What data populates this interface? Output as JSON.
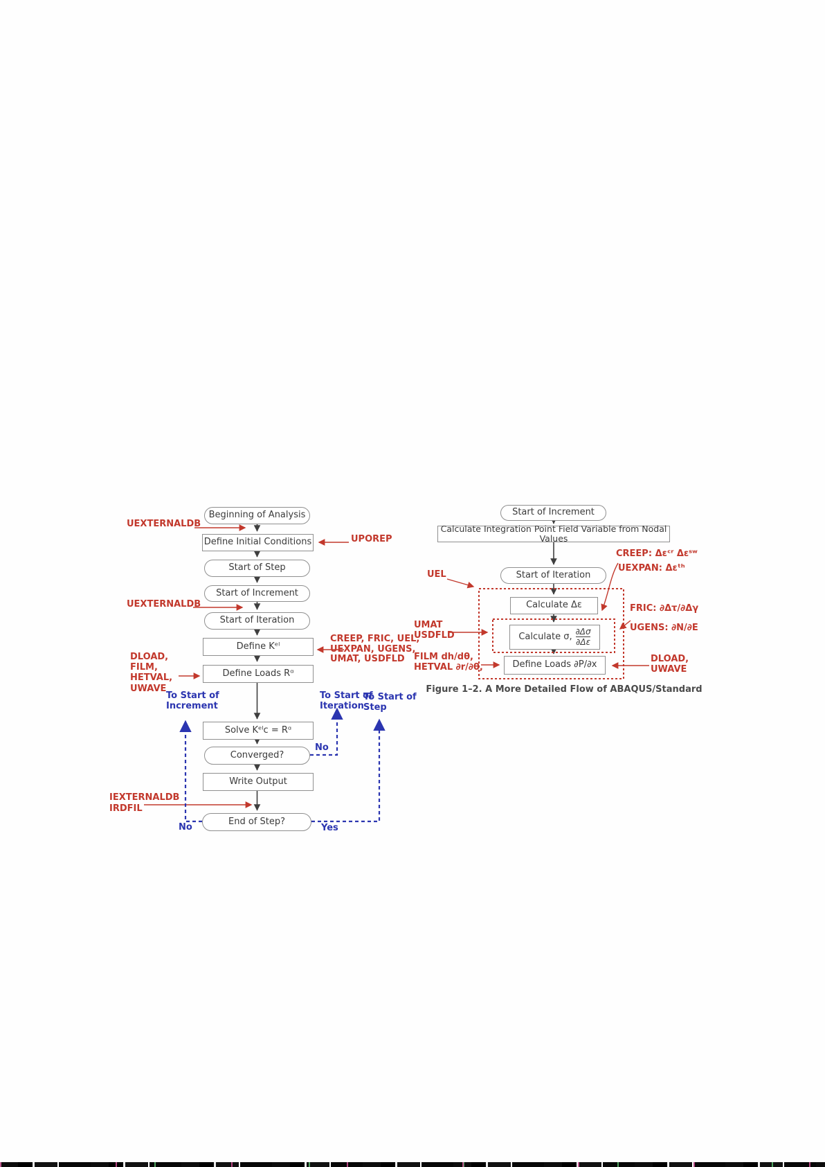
{
  "colors": {
    "annotation_red": "#c2382c",
    "loop_blue": "#2b35b0",
    "box_border": "#8f8f8f",
    "flow_line": "#3f3f3f"
  },
  "left": {
    "nodes": [
      {
        "label": "Beginning of Analysis"
      },
      {
        "label": "Define Initial Conditions"
      },
      {
        "label": "Start of Step"
      },
      {
        "label": "Start of Increment"
      },
      {
        "label": "Start of Iteration"
      },
      {
        "label": "Define Kᵉˡ"
      },
      {
        "label": "Define Loads Rᵅ"
      },
      {
        "label": "Solve Kᵉˡc = Rᵅ"
      },
      {
        "label": "Converged?"
      },
      {
        "label": "Write Output"
      },
      {
        "label": "End of Step?"
      }
    ],
    "red_labels": {
      "uexternaldb_top": "UEXTERNALDB",
      "uporep": "UPOREP",
      "uexternaldb_mid": "UEXTERNALDB",
      "stiffness_group": "CREEP, FRIC, UEL,\nUEXPAN, UGENS,\nUMAT, USDFLD",
      "loads_group": "DLOAD,\nFILM,\nHETVAL,\nUWAVE",
      "output_group": "IEXTERNALDB\nIRDFIL"
    },
    "blue_labels": {
      "to_start_increment": "To Start of\nIncrement",
      "to_start_iteration": "To Start of\nIteration",
      "to_start_step": "To Start of\nStep",
      "no_converged": "No",
      "no_end_of_step": "No",
      "yes_end_of_step": "Yes"
    }
  },
  "right": {
    "nodes": [
      {
        "label": "Start of Increment"
      },
      {
        "label": "Calculate Integration Point Field Variable from Nodal Values"
      },
      {
        "label": "Start of Iteration"
      },
      {
        "label": "Calculate Δε"
      },
      {
        "label": "Define Loads ∂P/∂x"
      }
    ],
    "sigma_box": {
      "prefix": "Calculate σ,",
      "numerator": "∂Δσ",
      "denominator": "∂Δε"
    },
    "red_labels": {
      "creep": "CREEP: Δεᶜʳ Δεˢʷ",
      "uexpan": "UEXPAN: Δεᵗʰ",
      "uel": "UEL",
      "fric": "FRIC: ∂Δτ/∂Δγ",
      "ugens": "UGENS: ∂N/∂E",
      "umat_usdfld": "UMAT\nUSDFLD",
      "film_hetval": "FILM dh/dθ,\nHETVAL ∂r/∂θ,",
      "dload_uwave": "DLOAD,\nUWAVE"
    },
    "caption": "Figure 1–2.  A More Detailed Flow of ABAQUS/Standard"
  }
}
